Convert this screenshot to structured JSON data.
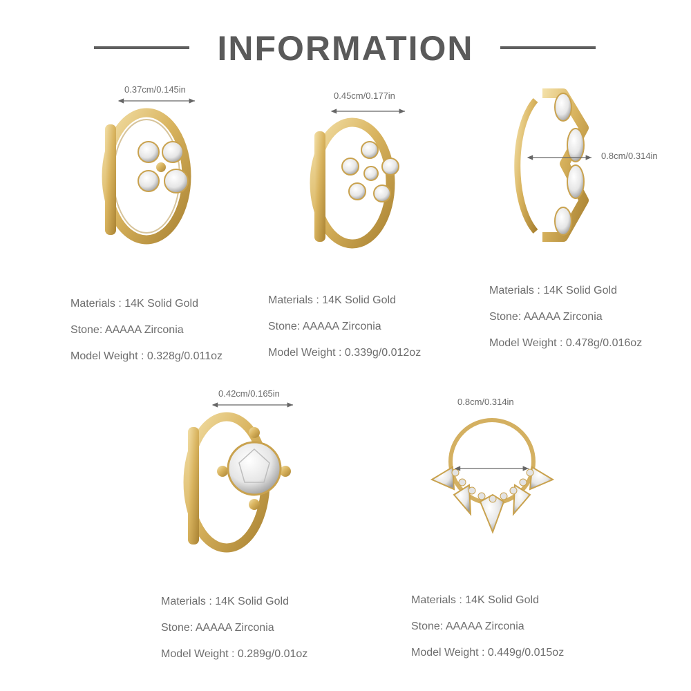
{
  "header": {
    "title": "INFORMATION"
  },
  "colors": {
    "gold": "#d9b45f",
    "gold_dark": "#b08a37",
    "gold_light": "#f1dca4",
    "text": "#6e6e6e",
    "rule": "#5f5f5f"
  },
  "products": [
    {
      "dimension": "0.37cm/0.145in",
      "materials": "Materials : 14K Solid Gold",
      "stone": "Stone: AAAAA Zirconia",
      "weight": "Model Weight : 0.328g/0.011oz"
    },
    {
      "dimension": "0.45cm/0.177in",
      "materials": "Materials : 14K Solid Gold",
      "stone": "Stone: AAAAA Zirconia",
      "weight": "Model Weight : 0.339g/0.012oz"
    },
    {
      "dimension": "0.8cm/0.314in",
      "materials": "Materials : 14K Solid Gold",
      "stone": "Stone: AAAAA Zirconia",
      "weight": "Model Weight : 0.478g/0.016oz"
    },
    {
      "dimension": "0.42cm/0.165in",
      "materials": "Materials : 14K Solid Gold",
      "stone": "Stone: AAAAA Zirconia",
      "weight": "Model Weight : 0.289g/0.01oz"
    },
    {
      "dimension": "0.8cm/0.314in",
      "materials": "Materials : 14K Solid Gold",
      "stone": "Stone: AAAAA Zirconia",
      "weight": "Model Weight : 0.449g/0.015oz"
    }
  ]
}
